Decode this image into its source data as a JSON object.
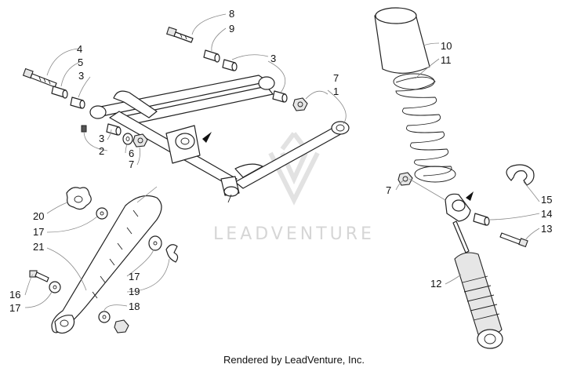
{
  "watermark": {
    "text": "LEADVENTURE"
  },
  "footer": {
    "text": "Rendered by LeadVenture, Inc."
  },
  "callouts": [
    "1",
    "2",
    "3",
    "3",
    "3",
    "4",
    "5",
    "6",
    "7",
    "7",
    "7",
    "8",
    "9",
    "10",
    "11",
    "12",
    "13",
    "14",
    "15",
    "16",
    "17",
    "17",
    "17",
    "18",
    "19",
    "20",
    "21"
  ],
  "colors": {
    "line": "#222222",
    "leader": "#888888",
    "watermark": "#d6d6d6"
  }
}
